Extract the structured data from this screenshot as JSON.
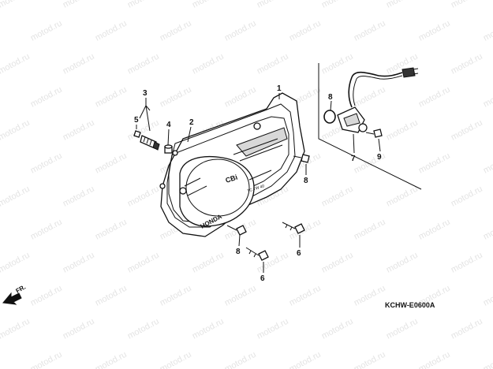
{
  "watermark": "motod.ru",
  "callouts": {
    "p1": "1",
    "p2": "2",
    "p3": "3",
    "p4": "4",
    "p5": "5",
    "p6a": "6",
    "p6b": "6",
    "p7": "7",
    "p8a": "8",
    "p8b": "8",
    "p8c": "8",
    "p9": "9"
  },
  "cover_marks": {
    "cbi": "CBi",
    "honda": "HONDA",
    "small": "TC TW 40"
  },
  "direction_label": "FR.",
  "diagram_code": "KCHW-E0600A",
  "colors": {
    "line": "#111111",
    "watermark": "#e4e4e4",
    "background": "#ffffff"
  }
}
